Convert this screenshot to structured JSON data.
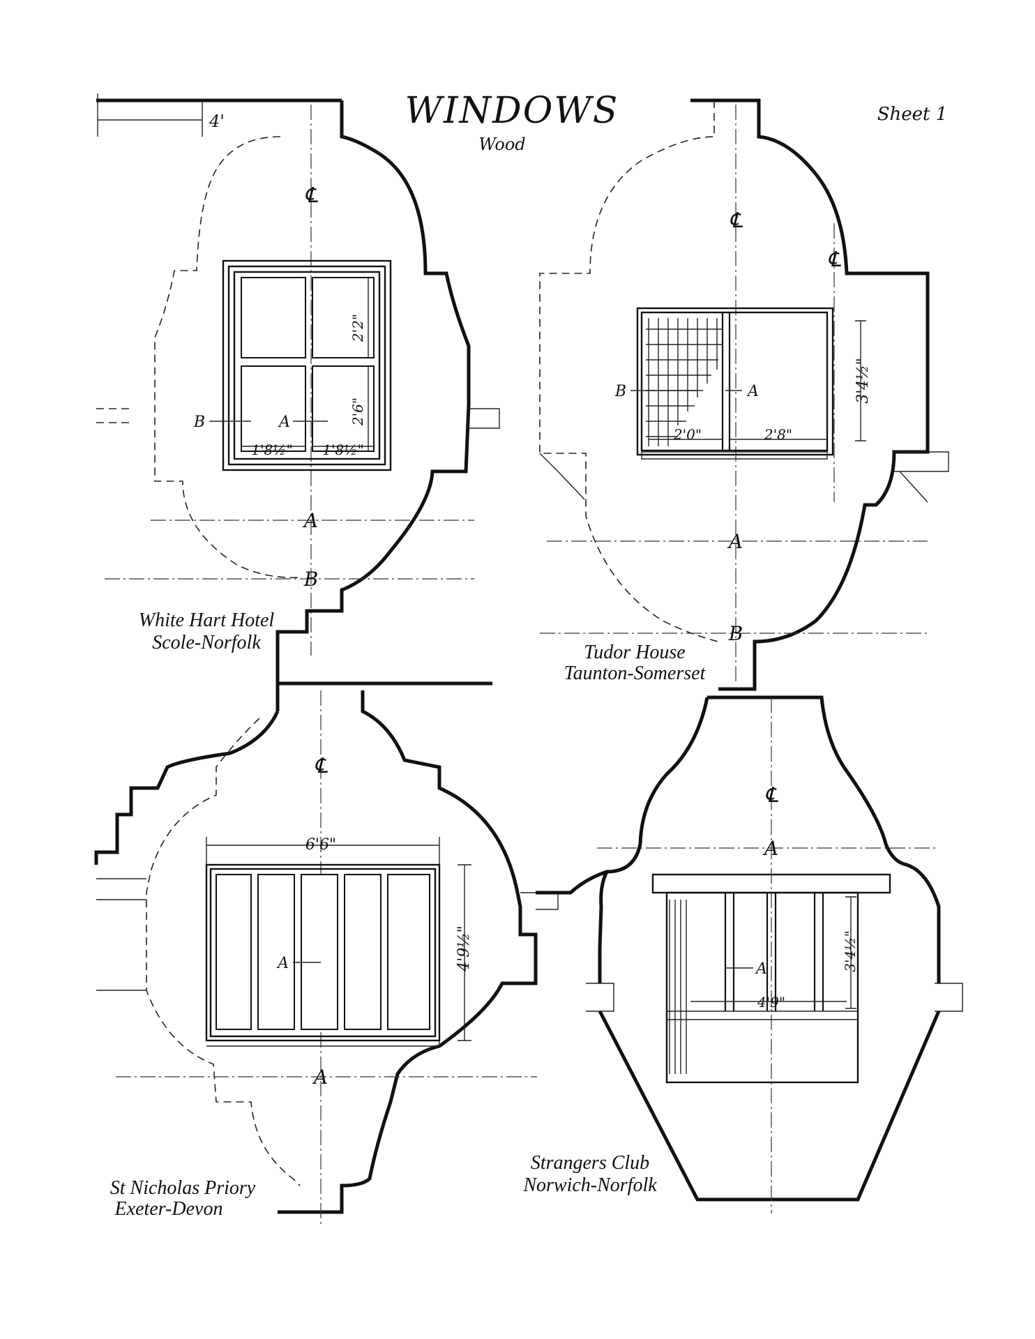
{
  "title": "WINDOWS",
  "subtitle": "Wood",
  "sheet": "Sheet 1",
  "scale_note": "4'",
  "panels": [
    {
      "name_line1": "White Hart Hotel",
      "name_line2": "Scole-Norfolk",
      "dims": [
        "2'2\"",
        "2'6\"",
        "1'8½\"",
        "1'8½\""
      ],
      "marks": [
        "B",
        "A",
        "A",
        "B",
        "℄"
      ]
    },
    {
      "name_line1": "Tudor House",
      "name_line2": "Taunton-Somerset",
      "dims": [
        "3'4½\"",
        "2'0\"",
        "2'8\""
      ],
      "marks": [
        "B",
        "A",
        "A",
        "B",
        "℄",
        "℄"
      ]
    },
    {
      "name_line1": "St Nicholas Priory",
      "name_line2": "Exeter-Devon",
      "dims": [
        "6'6\"",
        "4'9½\""
      ],
      "marks": [
        "A",
        "A",
        "℄"
      ]
    },
    {
      "name_line1": "Strangers Club",
      "name_line2": "Norwich-Norfolk",
      "dims": [
        "3'4½\"",
        "4'9\""
      ],
      "marks": [
        "A",
        "A",
        "℄"
      ]
    }
  ]
}
